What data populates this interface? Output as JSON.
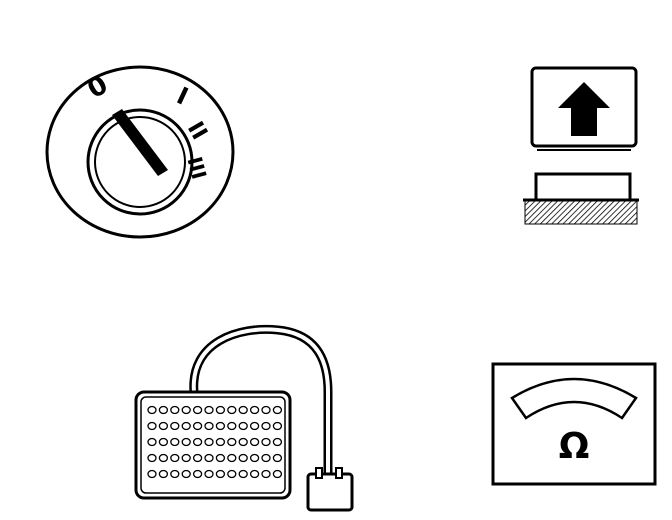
{
  "figure": {
    "ignition_switch": {
      "icon": "ignition-switch-icon",
      "positions": [
        "0",
        "I",
        "II",
        "III"
      ]
    },
    "push_button": {
      "icon": "up-arrow-push-button-icon"
    },
    "diagnostic_connector": {
      "icon": "breakout-box-connector-icon"
    },
    "ohmmeter": {
      "icon": "ohmmeter-icon",
      "symbol": "Ω"
    }
  }
}
